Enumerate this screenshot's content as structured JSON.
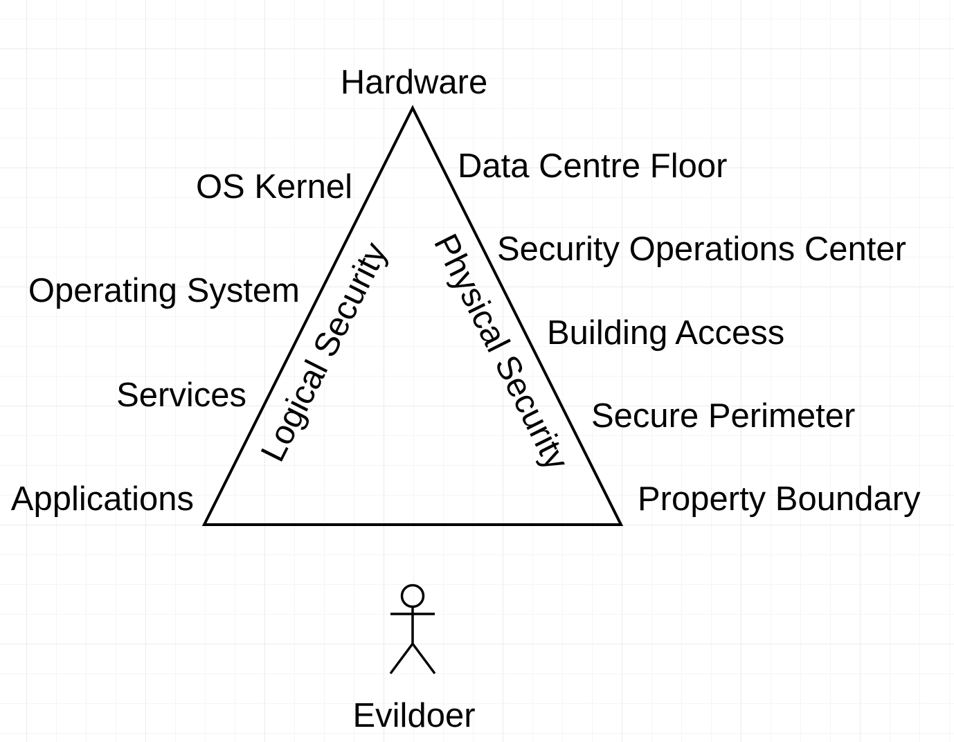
{
  "diagram": {
    "apex_label": "Hardware",
    "left_side_label": "Logical Security",
    "right_side_label": "Physical Security",
    "logical_layers": [
      "OS Kernel",
      "Operating System",
      "Services",
      "Applications"
    ],
    "physical_layers": [
      "Data Centre Floor",
      "Security Operations Center",
      "Building Access",
      "Secure Perimeter",
      "Property Boundary"
    ],
    "actor_label": "Evildoer",
    "stroke_color": "#000000",
    "grid_color": "#ebebeb"
  }
}
